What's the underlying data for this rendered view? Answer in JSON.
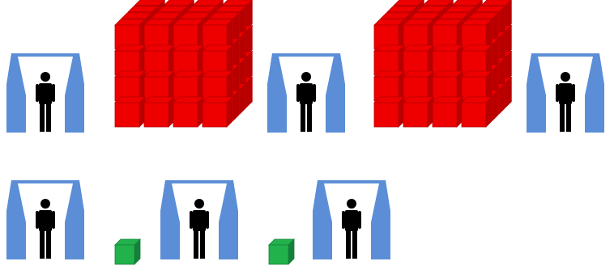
{
  "colors": {
    "booth": "#5b8ed6",
    "window": "#ffffff",
    "worker": "#000000",
    "inventory_cube": "#ee0000",
    "inventory_cube_side": "#b80000",
    "item_cube": "#22b24c",
    "item_cube_side": "#15803a"
  },
  "icons": {
    "station": "worker-station-icon",
    "worker": "person-icon",
    "large_inventory": "red-cube-stack-icon",
    "small_inventory": "green-cube-icon"
  },
  "rows": [
    {
      "name": "batch-flow-row",
      "stations": 3,
      "buffers_between_stations": 2,
      "buffer_icon": "red-cube-stack-icon",
      "buffer_layout": {
        "columns": 4,
        "rows": 4,
        "depth": 4
      }
    },
    {
      "name": "single-piece-flow-row",
      "stations": 3,
      "buffers_between_stations": 2,
      "buffer_icon": "green-cube-icon",
      "buffer_layout": {
        "columns": 1,
        "rows": 1,
        "depth": 1
      }
    }
  ]
}
